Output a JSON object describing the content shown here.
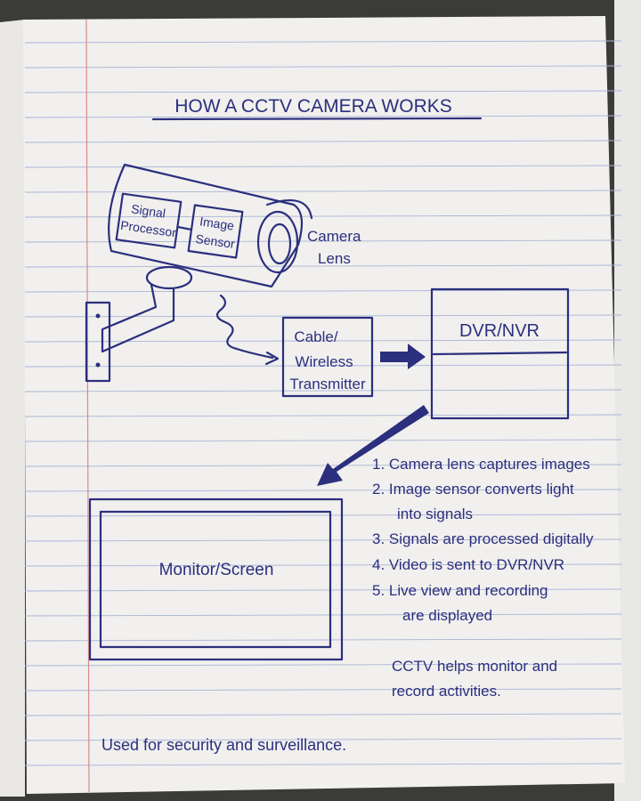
{
  "title": "HOW A CCTV CAMERA WORKS",
  "camera": {
    "signal_processor": [
      "Signal",
      "Processor"
    ],
    "image_sensor": [
      "Image",
      "Sensor"
    ],
    "lens_label": [
      "Camera",
      "Lens"
    ]
  },
  "transmitter": [
    "Cable/",
    "Wireless",
    "Transmitter"
  ],
  "recorder": "DVR/NVR",
  "monitor": "Monitor/Screen",
  "steps": [
    "1. Camera lens captures images",
    "2. Image sensor converts light",
    "into signals",
    "3. Signals are processed digitally",
    "4. Video is sent to DVR/NVR",
    "5. Live view and recording",
    "are displayed"
  ],
  "note": [
    "CCTV helps monitor and",
    "record activities."
  ],
  "footer": "Used for security and surveillance.",
  "colors": {
    "ink": "#2b2f7e",
    "paper": "#f1f0ee",
    "rule": "#a9b4d6",
    "margin": "#d98a8a"
  }
}
